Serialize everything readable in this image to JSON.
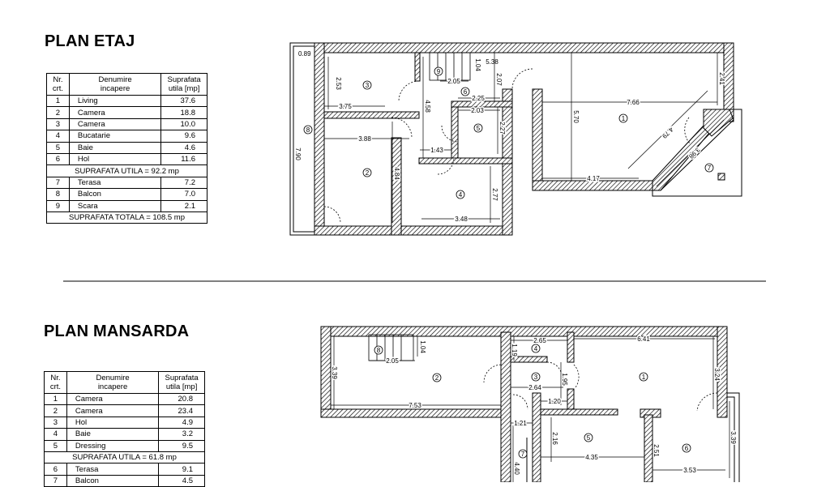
{
  "etaj": {
    "title": "PLAN  ETAJ",
    "table": {
      "headers": [
        "Nr.\ncrt.",
        "Denumire\nincapere",
        "Suprafata\nutila [mp]"
      ],
      "rows": [
        {
          "nr": "1",
          "name": "Living",
          "area": "37.6"
        },
        {
          "nr": "2",
          "name": "Camera",
          "area": "18.8"
        },
        {
          "nr": "3",
          "name": "Camera",
          "area": "10.0"
        },
        {
          "nr": "4",
          "name": "Bucatarie",
          "area": "9.6"
        },
        {
          "nr": "5",
          "name": "Baie",
          "area": "4.6"
        },
        {
          "nr": "6",
          "name": "Hol",
          "area": "11.6"
        }
      ],
      "subtotal": "SUPRAFATA UTILA = 92.2 mp",
      "extra_rows": [
        {
          "nr": "7",
          "name": "Terasa",
          "area": "7.2"
        },
        {
          "nr": "8",
          "name": "Balcon",
          "area": "7.0"
        },
        {
          "nr": "9",
          "name": "Scara",
          "area": "2.1"
        }
      ],
      "total": "SUPRAFATA TOTALA = 108.5 mp"
    },
    "dimensions": [
      "0.89",
      "2.53",
      "3.75",
      "7.90",
      "3.88",
      "4.84",
      "4.58",
      "2.05",
      "1.04",
      "5.38",
      "2.07",
      "2.25",
      "2.03",
      "2.27",
      "1.43",
      "2.77",
      "3.48",
      "7.66",
      "5.70",
      "2.41",
      "4.79",
      "3.98",
      "4.17"
    ],
    "room_markers": [
      "1",
      "2",
      "3",
      "4",
      "5",
      "6",
      "7",
      "8",
      "9"
    ]
  },
  "mansarda": {
    "title": "PLAN MANSARDA",
    "table": {
      "headers": [
        "Nr.\ncrt.",
        "Denumire\nincapere",
        "Suprafata\nutila [mp]"
      ],
      "rows": [
        {
          "nr": "1",
          "name": "Camera",
          "area": "20.8"
        },
        {
          "nr": "2",
          "name": "Camera",
          "area": "23.4"
        },
        {
          "nr": "3",
          "name": "Hol",
          "area": "4.9"
        },
        {
          "nr": "4",
          "name": "Baie",
          "area": "3.2"
        },
        {
          "nr": "5",
          "name": "Dressing",
          "area": "9.5"
        }
      ],
      "subtotal": "SUPRAFATA UTILA = 61.8 mp",
      "extra_rows": [
        {
          "nr": "6",
          "name": "Terasa",
          "area": "9.1"
        },
        {
          "nr": "7",
          "name": "Balcon",
          "area": "4.5"
        }
      ]
    },
    "dimensions": [
      "1.04",
      "2.05",
      "3.39",
      "7.53",
      "2.65",
      "1.19",
      "2.64",
      "1.95",
      "1.20",
      "6.41",
      "3.24",
      "1.21",
      "2.16",
      "4.35",
      "2.51",
      "3.53",
      "3.39",
      "4.40"
    ],
    "room_markers": [
      "1",
      "2",
      "3",
      "4",
      "5",
      "6",
      "7",
      "8"
    ]
  },
  "colors": {
    "ink": "#000000",
    "background": "#ffffff"
  }
}
